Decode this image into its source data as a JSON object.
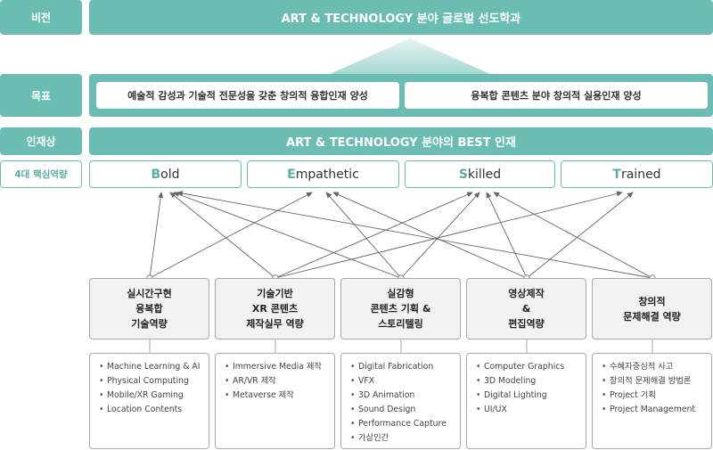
{
  "labels": {
    "vision": "비전",
    "goal": "목표",
    "talent": "인재상",
    "competency": "4대 핵심역량"
  },
  "vision_text": "ART & TECHNOLOGY 분야 글로벌 선도학과",
  "goals": [
    "예술적 감성과 기술적 전문성을 갖춘 창의적 융합인재 양성",
    "융복합 콘텐츠 분야 창의적 실용인재 양성"
  ],
  "talent_text": "ART & TECHNOLOGY 분야의 BEST 인재",
  "competencies": [
    {
      "first": "B",
      "rest": "old"
    },
    {
      "first": "E",
      "rest": "mpathetic"
    },
    {
      "first": "S",
      "rest": "killed"
    },
    {
      "first": "T",
      "rest": "rained"
    }
  ],
  "categories": [
    {
      "title": "실시간구현\n융복합\n기술역량",
      "items": [
        "Machine Learning & AI",
        "Physical Computing",
        "Mobile/XR Gaming",
        "Location Contents"
      ]
    },
    {
      "title": "기술기반\nXR 콘텐츠\n제작실무 역량",
      "items": [
        "Immersive Media 제작",
        "AR/VR 제작",
        "Metaverse 제작"
      ]
    },
    {
      "title": "실감형\n콘텐츠 기획 &\n스토리텔링",
      "items": [
        "Digital Fabrication",
        "VFX",
        "3D Animation",
        "Sound Design",
        "Performance Capture",
        "가상인간"
      ]
    },
    {
      "title": "영상제작\n&\n편집역량",
      "items": [
        "Computer Graphics",
        "3D Modeling",
        "Digital Lighting",
        "UI/UX"
      ]
    },
    {
      "title": "창의적\n문제해결 역량",
      "items": [
        "수혜자중심적 사고",
        "창의적 문제해결 방법론",
        "Project 기획",
        "Project Management"
      ]
    }
  ],
  "connections": [
    [
      0,
      0
    ],
    [
      0,
      1
    ],
    [
      1,
      0
    ],
    [
      1,
      2
    ],
    [
      1,
      3
    ],
    [
      2,
      0
    ],
    [
      2,
      1
    ],
    [
      2,
      2
    ],
    [
      3,
      1
    ],
    [
      3,
      2
    ],
    [
      3,
      3
    ],
    [
      4,
      0
    ],
    [
      4,
      2
    ]
  ],
  "colors": {
    "teal": "#6bbdb4",
    "teal_dark": "#5aaea5",
    "arrow": "#666666",
    "category_bg": "#f2f2f2"
  }
}
